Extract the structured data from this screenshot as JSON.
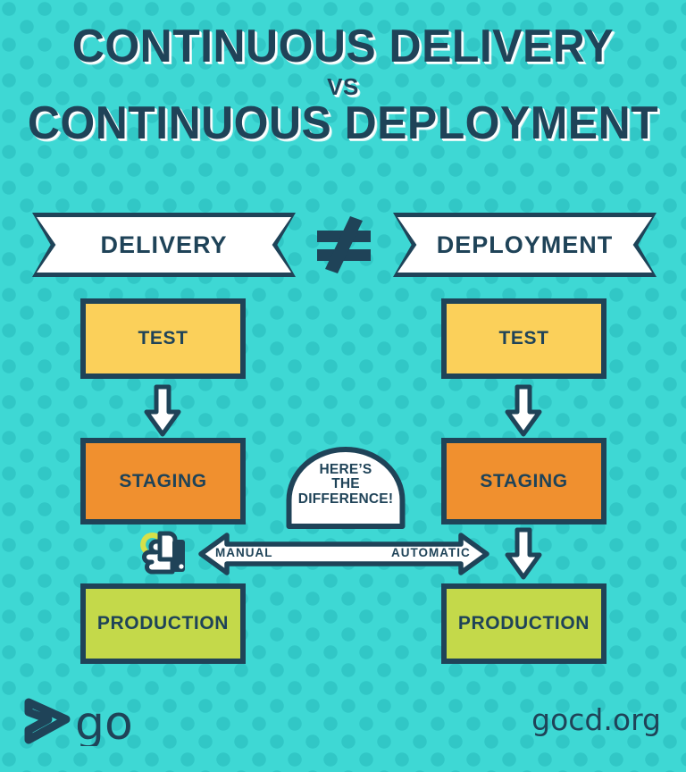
{
  "title": {
    "line1": "CONTINUOUS DELIVERY",
    "line2": "VS",
    "line3": "CONTINUOUS DEPLOYMENT"
  },
  "comparison": {
    "left_banner": "DELIVERY",
    "right_banner": "DEPLOYMENT",
    "operator": "not-equal-sign",
    "operator_symbol": "≠"
  },
  "pipelines": {
    "left": {
      "name": "DELIVERY",
      "stages": [
        {
          "label": "TEST",
          "color": "#fbd05a"
        },
        {
          "label": "STAGING",
          "color": "#f0902f"
        },
        {
          "label": "PRODUCTION",
          "color": "#c4d94a"
        }
      ],
      "transitions": [
        {
          "from": "TEST",
          "to": "STAGING",
          "type": "automatic-arrow"
        },
        {
          "from": "STAGING",
          "to": "PRODUCTION",
          "type": "manual-hand"
        }
      ]
    },
    "right": {
      "name": "DEPLOYMENT",
      "stages": [
        {
          "label": "TEST",
          "color": "#fbd05a"
        },
        {
          "label": "STAGING",
          "color": "#f0902f"
        },
        {
          "label": "PRODUCTION",
          "color": "#c4d94a"
        }
      ],
      "transitions": [
        {
          "from": "TEST",
          "to": "STAGING",
          "type": "automatic-arrow"
        },
        {
          "from": "STAGING",
          "to": "PRODUCTION",
          "type": "automatic-arrow"
        }
      ]
    }
  },
  "callout": {
    "line1": "HERE’S",
    "line2": "THE",
    "line3": "DIFFERENCE!"
  },
  "axis": {
    "left_label": "MANUAL",
    "right_label": "AUTOMATIC"
  },
  "footer": {
    "logo_mark": "go-play-triangle-icon",
    "logo_text": "go",
    "url": "gocd.org"
  },
  "colors": {
    "background": "#3ed8d4",
    "background_dots": "#26baba",
    "navy": "#1f4358",
    "white": "#ffffff",
    "test_yellow": "#fbd05a",
    "staging_orange": "#f0902f",
    "production_green": "#c4d94a",
    "hand_accent": "#d6e04a"
  }
}
